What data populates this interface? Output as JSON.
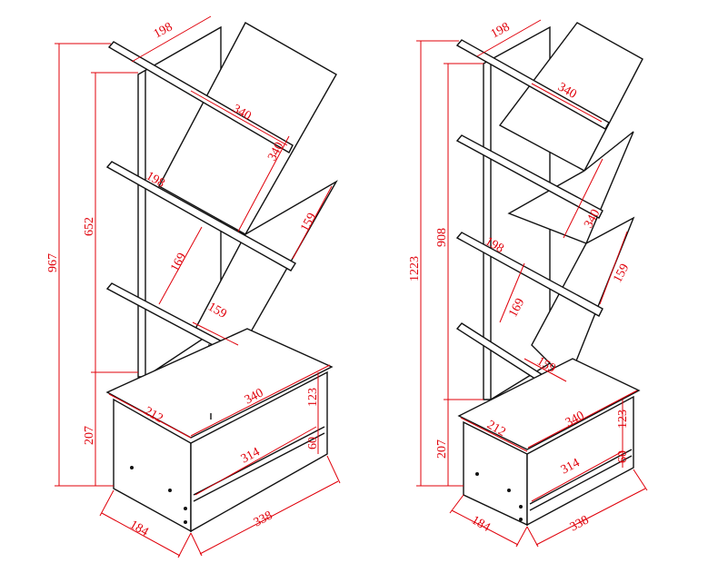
{
  "colors": {
    "outline": "#111111",
    "dimension": "#e0000a"
  },
  "left_view": {
    "total_height": "967",
    "upper_height": "652",
    "base_height": "207",
    "arm_top": "198",
    "panel_width_top": "340",
    "panel_width_mid": "340",
    "arm_mid": "198",
    "panel_height": "159",
    "arm_spacing": "169",
    "arm_low": "159",
    "base_top_length": "340",
    "base_depth_top": "212",
    "base_shelf_height": "123",
    "base_inner_width": "314",
    "base_drawer_height": "60",
    "base_depth": "184",
    "base_length": "338"
  },
  "right_view": {
    "total_height": "1223",
    "upper_height": "908",
    "base_height": "207",
    "arm_top": "198",
    "panel_width_top": "340",
    "panel_width_mid": "340",
    "arm_mid": "198",
    "panel_height": "159",
    "arm_spacing": "169",
    "arm_low": "159",
    "base_top_length": "340",
    "base_depth_top": "212",
    "base_shelf_height": "123",
    "base_inner_width": "314",
    "base_drawer_height": "60",
    "base_depth": "184",
    "base_length": "338"
  }
}
